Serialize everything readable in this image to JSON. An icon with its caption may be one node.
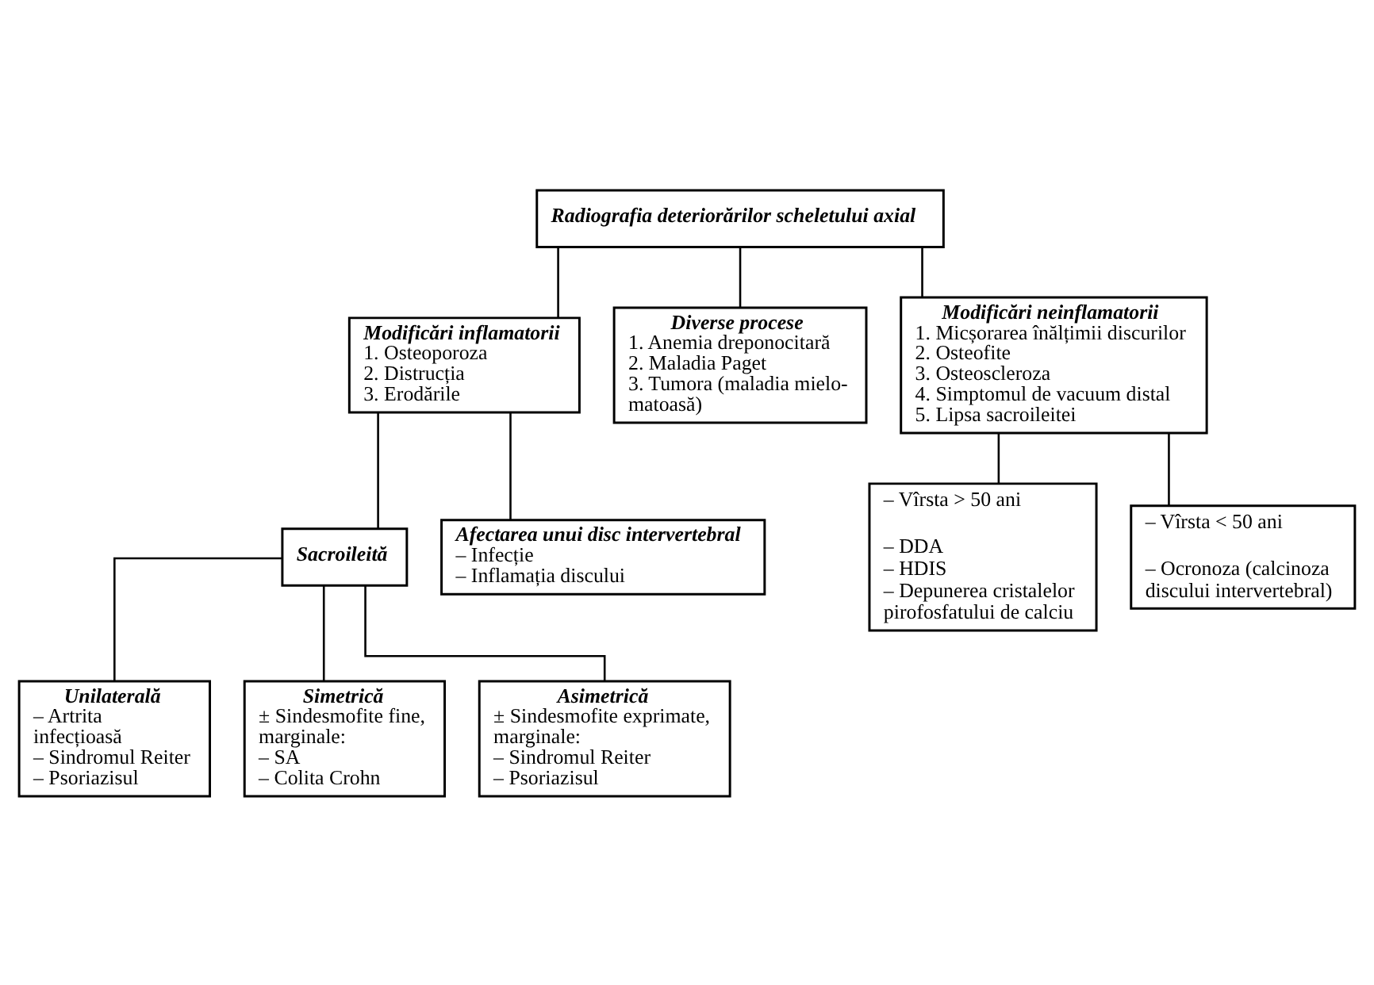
{
  "diagram": {
    "nodes": [
      {
        "text": [
          "Radiografia deteriorărilor scheletului axial"
        ]
      },
      {
        "text": [
          "Modificări inflamatorii",
          "1. Osteoporoza",
          "2. Distrucția",
          "3. Erodările"
        ]
      },
      {
        "text": [
          "Diverse procese",
          "1. Anemia dreponocitară",
          "2. Maladia Paget",
          "3. Tumora (maladia mielo- matoasă)"
        ]
      },
      {
        "text": [
          "Modificări neinflamatorii",
          "1. Micșorarea înălțimii discurilor",
          "2. Osteofite",
          "3. Osteoscleroza",
          "4. Simptomul de vacuum distal",
          "5. Lipsa sacroileitei"
        ]
      },
      {
        "text": [
          "Sacroileită"
        ]
      },
      {
        "text": [
          "Afectarea unui disc intervertebral",
          "– Infecție",
          "– Inflamația discului"
        ]
      },
      {
        "text": [
          "– Vîrsta > 50 ani",
          "– DDA",
          "– HDIS",
          "– Depunerea cristalelor pirofosfatului de calciu"
        ]
      },
      {
        "text": [
          "– Vîrsta < 50 ani",
          "– Ocronoza (calcinoza discului intervertebral)"
        ]
      },
      {
        "text": [
          "Unilaterală",
          "– Artrita infecțioasă",
          "– Sindromul Reiter",
          "– Psoriazisul"
        ]
      },
      {
        "text": [
          "Simetrică",
          "± Sindesmofite fine, marginale:",
          "– SA",
          "– Colita Crohn"
        ]
      },
      {
        "text": [
          "Asimetrică",
          "± Sindesmofite exprimate, marginale:",
          "– Sindromul Reiter",
          "– Psoriazisul"
        ]
      }
    ],
    "edges": [
      {
        "from": 0,
        "to": 1,
        "arrow": "none"
      },
      {
        "from": 0,
        "to": 2,
        "arrow": "none"
      },
      {
        "from": 0,
        "to": 3,
        "arrow": "none"
      },
      {
        "from": 1,
        "to": 4,
        "arrow": "none"
      },
      {
        "from": 1,
        "to": 5,
        "arrow": "none"
      },
      {
        "from": 3,
        "to": 6,
        "arrow": "none"
      },
      {
        "from": 3,
        "to": 7,
        "arrow": "none"
      },
      {
        "from": 4,
        "to": 8,
        "arrow": "none"
      },
      {
        "from": 4,
        "to": 9,
        "arrow": "none"
      },
      {
        "from": 4,
        "to": 10,
        "arrow": "none"
      }
    ]
  }
}
